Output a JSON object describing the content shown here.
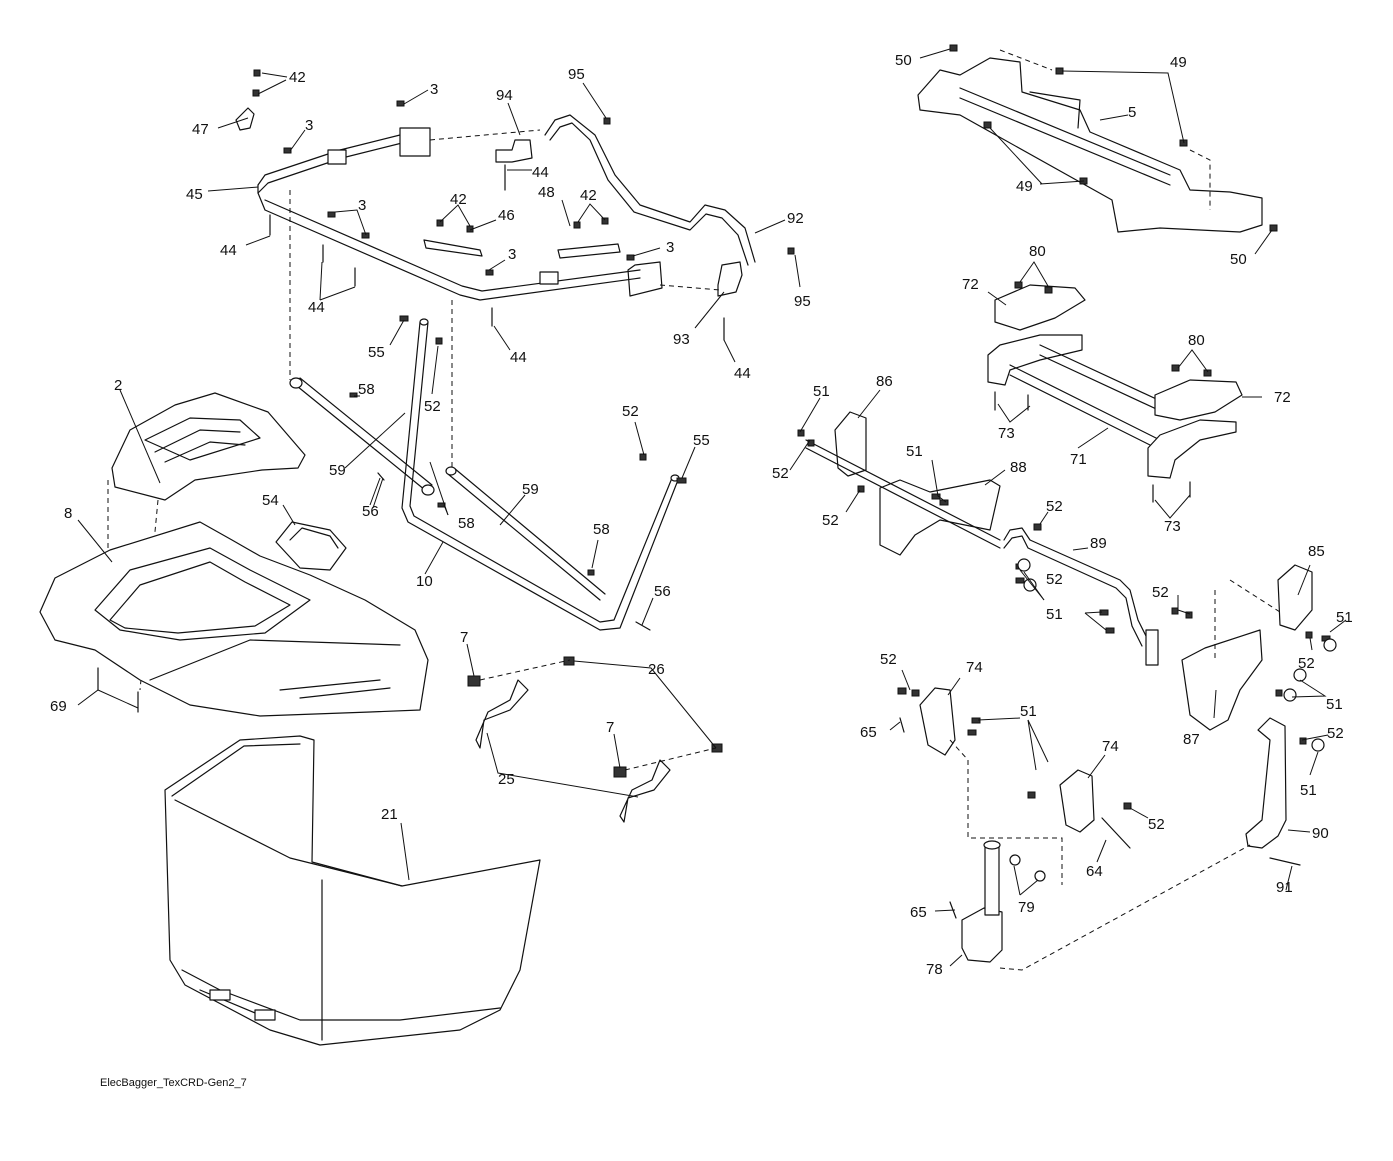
{
  "diagram": {
    "caption": "ElecBagger_TexCRD-Gen2_7",
    "callouts": [
      {
        "id": "c42a",
        "text": "42"
      },
      {
        "id": "c3a",
        "text": "3"
      },
      {
        "id": "c47",
        "text": "47"
      },
      {
        "id": "c3b",
        "text": "3"
      },
      {
        "id": "c45",
        "text": "45"
      },
      {
        "id": "c44a",
        "text": "44"
      },
      {
        "id": "c3c",
        "text": "3"
      },
      {
        "id": "c44b",
        "text": "44"
      },
      {
        "id": "c94",
        "text": "94"
      },
      {
        "id": "c95a",
        "text": "95"
      },
      {
        "id": "c44c",
        "text": "44"
      },
      {
        "id": "c42b",
        "text": "42"
      },
      {
        "id": "c46",
        "text": "46"
      },
      {
        "id": "c48",
        "text": "48"
      },
      {
        "id": "c42c",
        "text": "42"
      },
      {
        "id": "c3d",
        "text": "3"
      },
      {
        "id": "c3e",
        "text": "3"
      },
      {
        "id": "c92",
        "text": "92"
      },
      {
        "id": "c95b",
        "text": "95"
      },
      {
        "id": "c93",
        "text": "93"
      },
      {
        "id": "c44d",
        "text": "44"
      },
      {
        "id": "c44e",
        "text": "44"
      },
      {
        "id": "c55a",
        "text": "55"
      },
      {
        "id": "c52a",
        "text": "52"
      },
      {
        "id": "c58a",
        "text": "58"
      },
      {
        "id": "c2",
        "text": "2"
      },
      {
        "id": "c59a",
        "text": "59"
      },
      {
        "id": "c56a",
        "text": "56"
      },
      {
        "id": "c58b",
        "text": "58"
      },
      {
        "id": "c59b",
        "text": "59"
      },
      {
        "id": "c52b",
        "text": "52"
      },
      {
        "id": "c55b",
        "text": "55"
      },
      {
        "id": "c54",
        "text": "54"
      },
      {
        "id": "c8",
        "text": "8"
      },
      {
        "id": "c10",
        "text": "10"
      },
      {
        "id": "c58c",
        "text": "58"
      },
      {
        "id": "c56b",
        "text": "56"
      },
      {
        "id": "c69",
        "text": "69"
      },
      {
        "id": "c7a",
        "text": "7"
      },
      {
        "id": "c26",
        "text": "26"
      },
      {
        "id": "c7b",
        "text": "7"
      },
      {
        "id": "c25",
        "text": "25"
      },
      {
        "id": "c21",
        "text": "21"
      },
      {
        "id": "c50a",
        "text": "50"
      },
      {
        "id": "c49a",
        "text": "49"
      },
      {
        "id": "c5",
        "text": "5"
      },
      {
        "id": "c49b",
        "text": "49"
      },
      {
        "id": "c50b",
        "text": "50"
      },
      {
        "id": "c80a",
        "text": "80"
      },
      {
        "id": "c72a",
        "text": "72"
      },
      {
        "id": "c80b",
        "text": "80"
      },
      {
        "id": "c72b",
        "text": "72"
      },
      {
        "id": "c73a",
        "text": "73"
      },
      {
        "id": "c71",
        "text": "71"
      },
      {
        "id": "c73b",
        "text": "73"
      },
      {
        "id": "c51a",
        "text": "51"
      },
      {
        "id": "c86",
        "text": "86"
      },
      {
        "id": "c52c",
        "text": "52"
      },
      {
        "id": "c51b",
        "text": "51"
      },
      {
        "id": "c88",
        "text": "88"
      },
      {
        "id": "c52d",
        "text": "52"
      },
      {
        "id": "c52e",
        "text": "52"
      },
      {
        "id": "c89",
        "text": "89"
      },
      {
        "id": "c52f",
        "text": "52"
      },
      {
        "id": "c51c",
        "text": "51"
      },
      {
        "id": "c85",
        "text": "85"
      },
      {
        "id": "c52g",
        "text": "52"
      },
      {
        "id": "c51d",
        "text": "51"
      },
      {
        "id": "c52h",
        "text": "52"
      },
      {
        "id": "c51e",
        "text": "51"
      },
      {
        "id": "c52i",
        "text": "52"
      },
      {
        "id": "c74a",
        "text": "74"
      },
      {
        "id": "c65a",
        "text": "65"
      },
      {
        "id": "c51f",
        "text": "51"
      },
      {
        "id": "c87",
        "text": "87"
      },
      {
        "id": "c52j",
        "text": "52"
      },
      {
        "id": "c51g",
        "text": "51"
      },
      {
        "id": "c74b",
        "text": "74"
      },
      {
        "id": "c52k",
        "text": "52"
      },
      {
        "id": "c90",
        "text": "90"
      },
      {
        "id": "c64",
        "text": "64"
      },
      {
        "id": "c79",
        "text": "79"
      },
      {
        "id": "c91",
        "text": "91"
      },
      {
        "id": "c65b",
        "text": "65"
      },
      {
        "id": "c78",
        "text": "78"
      }
    ]
  }
}
